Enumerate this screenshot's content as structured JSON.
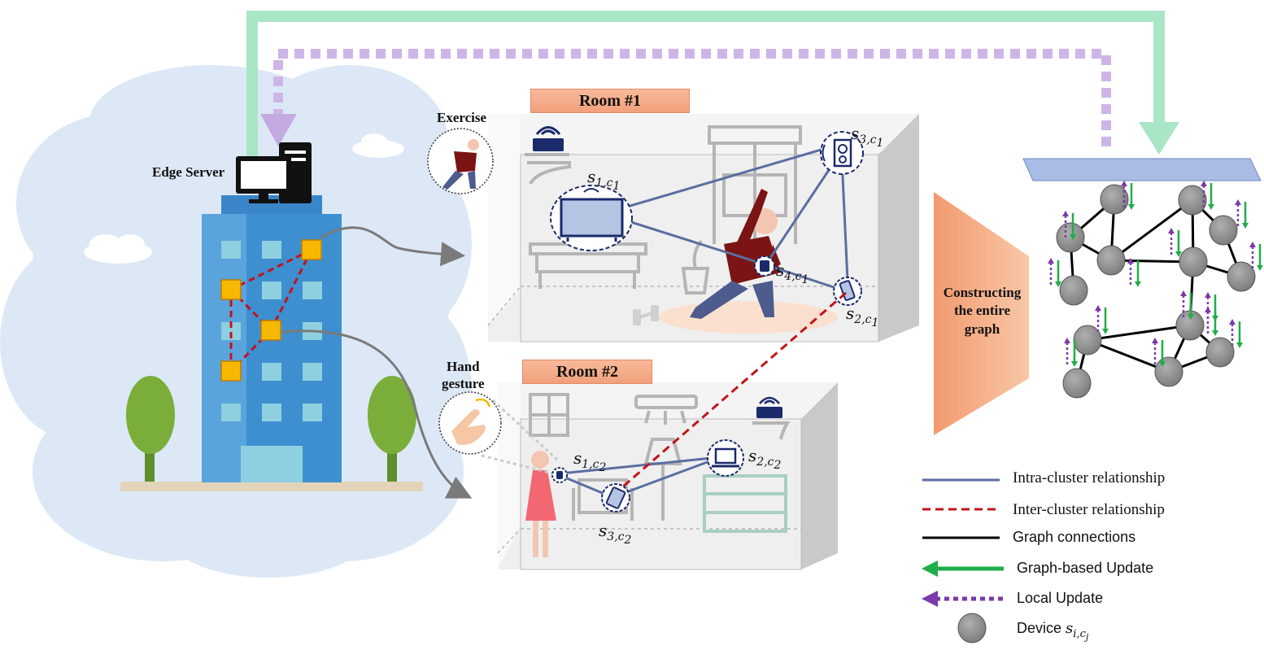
{
  "labels": {
    "edge_server": "Edge Server",
    "exercise": "Exercise",
    "hand_gesture_1": "Hand",
    "hand_gesture_2": "gesture",
    "room1": "Room #1",
    "room2": "Room #2",
    "construct_1": "Constructing",
    "construct_2": "the entire",
    "construct_3": "graph"
  },
  "devices_room1": [
    {
      "s": "s",
      "i": "1",
      "c": "c",
      "j": "1"
    },
    {
      "s": "s",
      "i": "3",
      "c": "c",
      "j": "1"
    },
    {
      "s": "s",
      "i": "4",
      "c": "c",
      "j": "1"
    },
    {
      "s": "s",
      "i": "2",
      "c": "c",
      "j": "1"
    }
  ],
  "devices_room2": [
    {
      "s": "s",
      "i": "1",
      "c": "c",
      "j": "2"
    },
    {
      "s": "s",
      "i": "2",
      "c": "c",
      "j": "2"
    },
    {
      "s": "s",
      "i": "3",
      "c": "c",
      "j": "2"
    }
  ],
  "legend": [
    {
      "key": "intra",
      "label": "Intra-cluster relationship",
      "color": "#5a6fa0"
    },
    {
      "key": "inter",
      "label": "Inter-cluster relationship",
      "color": "#c0141b"
    },
    {
      "key": "graph",
      "label": "Graph connections",
      "color": "#000000"
    },
    {
      "key": "graph_update",
      "label": "Graph-based Update",
      "color": "#1fae4a"
    },
    {
      "key": "local_update",
      "label": "Local Update",
      "color": "#7a3aa8"
    },
    {
      "key": "device",
      "label": "Device",
      "math_base": "s",
      "math_sub1": "i,c",
      "math_sub2": "j"
    }
  ],
  "colors": {
    "cloud": "#dce8f5",
    "building": "#3d8fd0",
    "green_arrow": "#a8e6c6",
    "purple_arrow": "#cdb5e8",
    "room_tab": "#f5a985",
    "node": "#8f8f8f"
  }
}
